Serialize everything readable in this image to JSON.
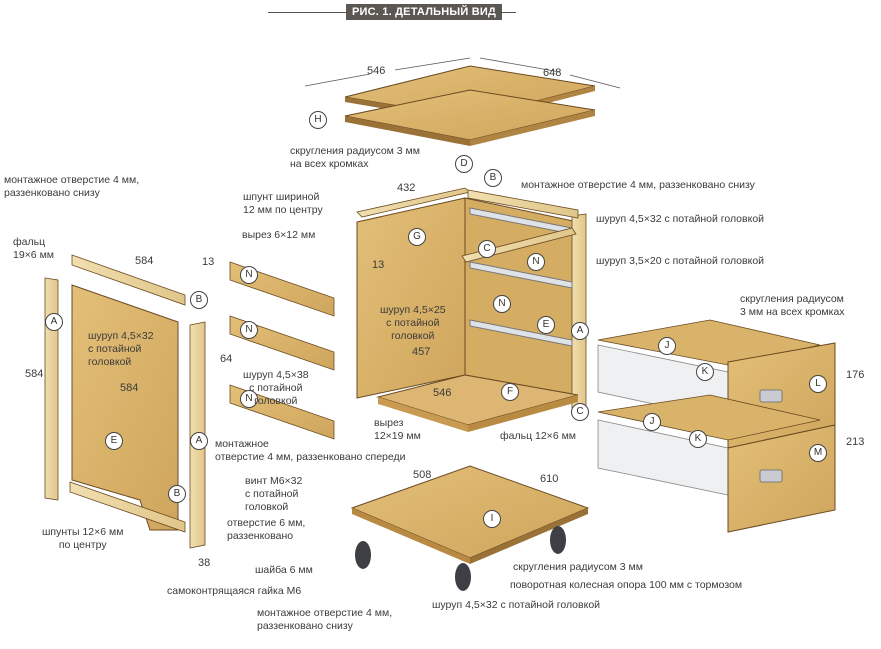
{
  "title": "РИС. 1. ДЕТАЛЬНЫЙ ВИД",
  "colors": {
    "wood": "#d9b36a",
    "wood_dark": "#b98a42",
    "wood_light": "#ecd7a4",
    "edge": "#6b4a22",
    "steel": "#cfd3d8",
    "wheel": "#3d3f44",
    "title_bg": "#5b5753"
  },
  "callouts": {
    "H": "H",
    "D": "D",
    "B": "B",
    "G": "G",
    "C": "C",
    "N": "N",
    "E": "E",
    "A": "A",
    "F": "F",
    "J": "J",
    "K": "K",
    "L": "L",
    "M": "M",
    "I": "I"
  },
  "dimensions": {
    "top_width": "546",
    "top_depth": "648",
    "rail_d": "432",
    "rail_b_left": "584",
    "side_height": "584",
    "side_width": "584",
    "stile_width": "38",
    "spacer_13_left": "13",
    "spacer_13_panel": "13",
    "spacer_64": "64",
    "back_width": "457",
    "bottom_depth": "546",
    "base_width": "508",
    "base_depth": "610",
    "drawer_upper": "176",
    "drawer_lower": "213"
  },
  "labels": {
    "top_rounding": [
      "скругления радиусом 3 мм",
      "на всех кромках"
    ],
    "groove_d": [
      "шпунт шириной",
      "12 мм по центру"
    ],
    "cutout_6x12": "вырез 6×12 мм",
    "mount_hole_top_right": "монтажное отверстие 4 мм, раззенковано снизу",
    "screw_45x32_right": "шуруп 4,5×32 с потайной головкой",
    "screw_35x20": "шуруп 3,5×20 с потайной головкой",
    "mount_hole_left": [
      "монтажное отверстие 4 мм,",
      "раззенковано снизу"
    ],
    "rabbet_19x6": [
      "фальц",
      "19×6 мм"
    ],
    "screw_45x32_left": [
      "шуруп 4,5×32",
      "с потайной",
      "головкой"
    ],
    "screw_45x25": [
      "шуруп 4,5×25",
      "с потайной",
      "головкой"
    ],
    "screw_45x38": [
      "шуруп 4,5×38",
      "с потайной",
      "головкой"
    ],
    "drawer_rounding": [
      "скругления радиусом",
      "3 мм на всех кромках"
    ],
    "cutout_12x19": [
      "вырез",
      "12×19 мм"
    ],
    "rabbet_12x6": "фальц 12×6 мм",
    "mount_hole_front": [
      "монтажное",
      "отверстие 4 мм, раззенковано спереди"
    ],
    "grooves_12x6": [
      "шпунты 12×6 мм",
      "по центру"
    ],
    "bolt_m6x32": [
      "винт М6×32",
      "с потайной",
      "головкой"
    ],
    "hole_6mm": [
      "отверстие 6 мм,",
      "раззенковано"
    ],
    "washer_6": "шайба 6 мм",
    "locknut_m6": "самоконтрящаяся гайка М6",
    "mount_hole_bottom": [
      "монтажное отверстие 4 мм,",
      "раззенковано снизу"
    ],
    "base_rounding": "скругления радиусом 3 мм",
    "caster": "поворотная колесная опора 100 мм с тормозом",
    "screw_45x32_bottom": "шуруп 4,5×32 с потайной головкой"
  }
}
